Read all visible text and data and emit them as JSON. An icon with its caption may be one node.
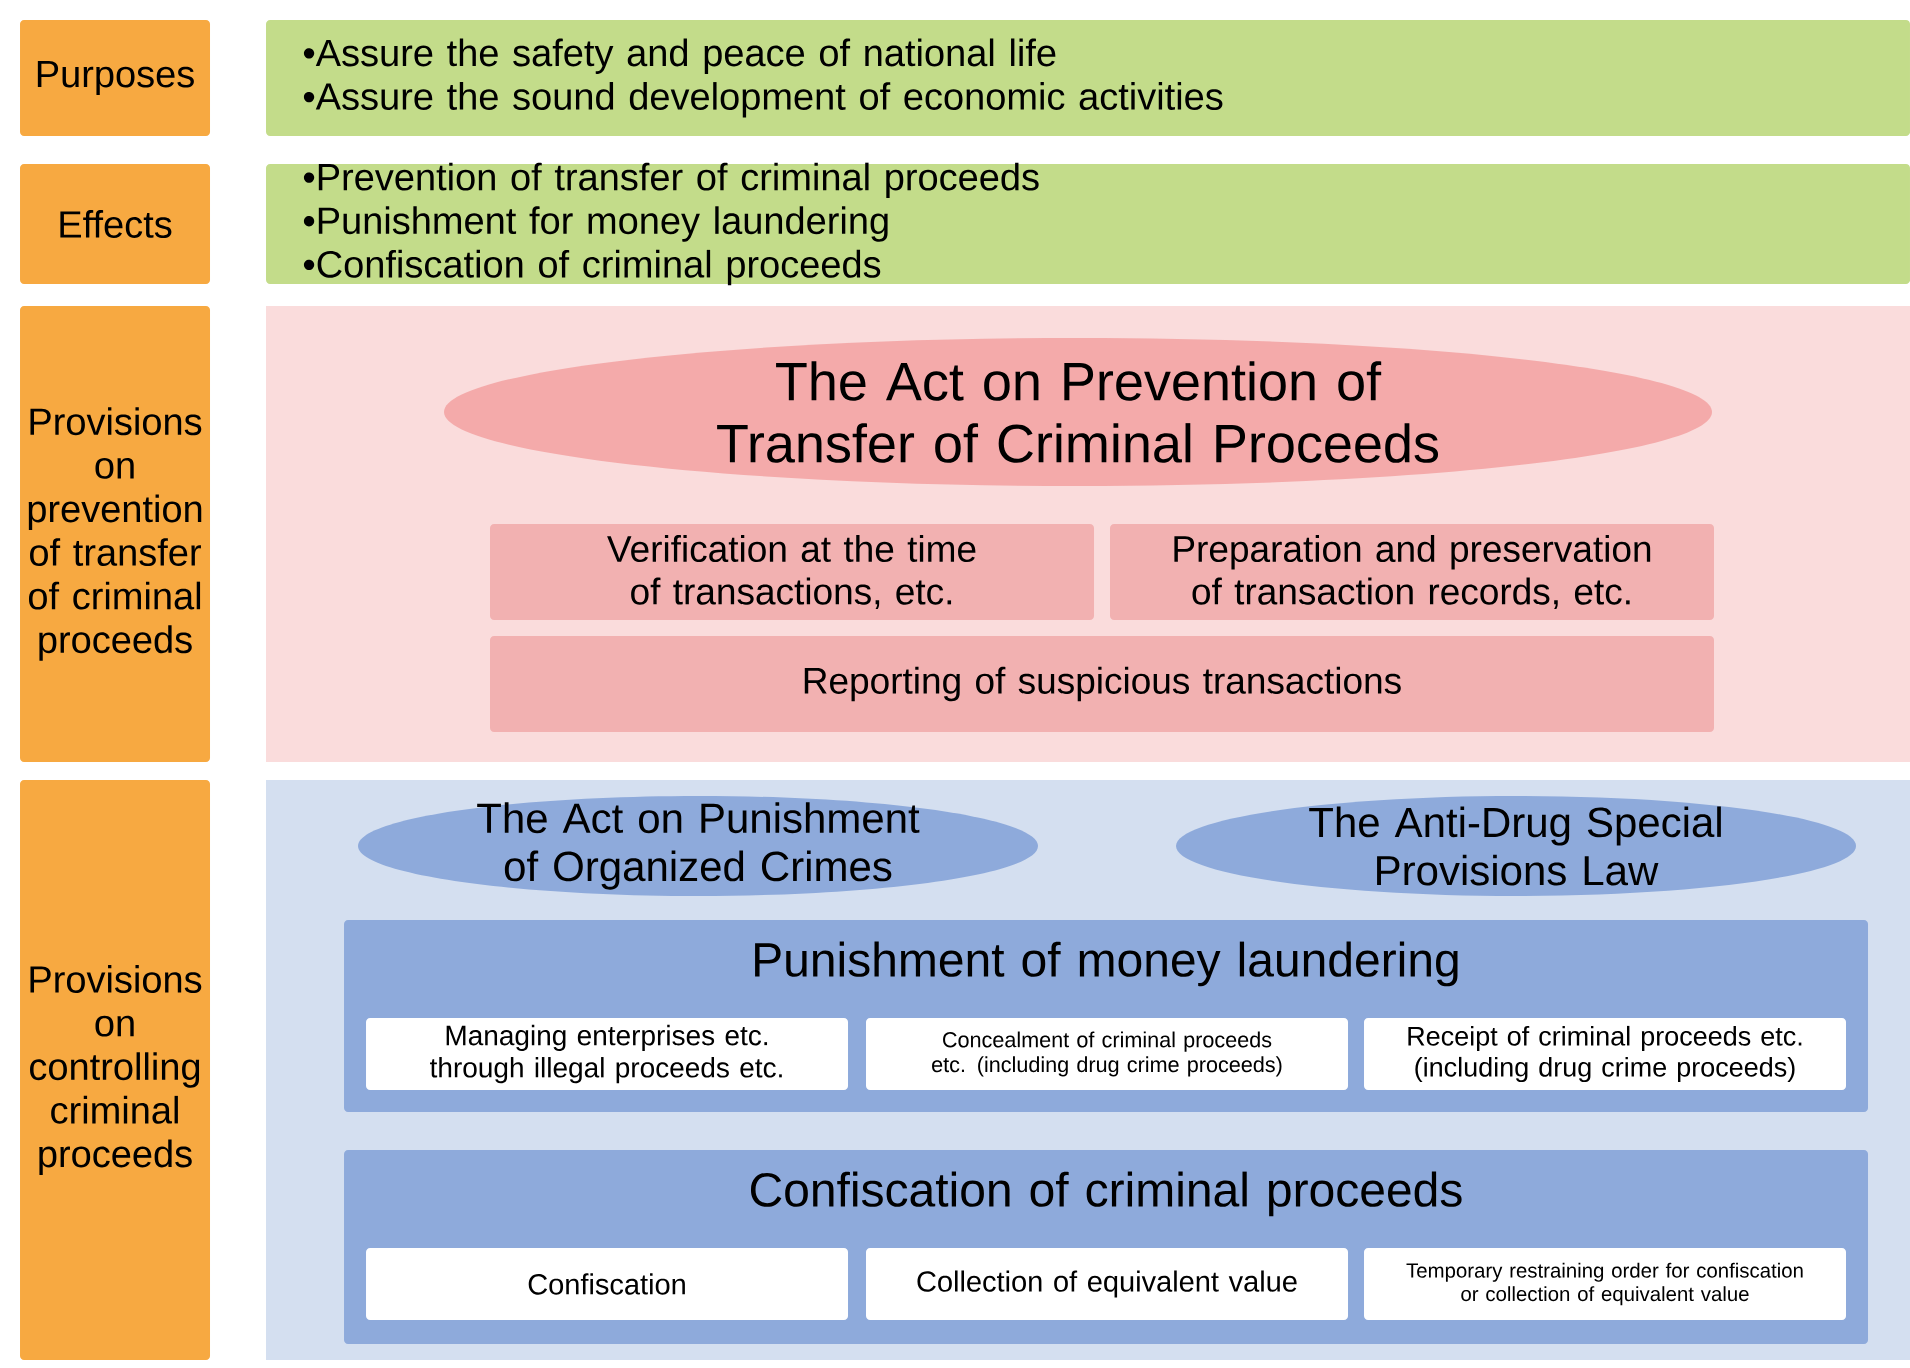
{
  "diagram": {
    "nodes": [
      {
        "text": [
          "Purposes"
        ]
      },
      {
        "text": [
          "•Assure the safety and peace of national life",
          "•Assure the sound development of economic activities"
        ]
      },
      {
        "text": [
          "Effects"
        ]
      },
      {
        "text": [
          "•Prevention of transfer of criminal proceeds",
          "•Punishment for money laundering",
          "•Confiscation of criminal proceeds"
        ]
      },
      {
        "text": [
          "Provisions on prevention of transfer of criminal proceeds"
        ]
      },
      {
        "text": [],
        "shape": "box"
      },
      {
        "text": [
          "The Act on Prevention of Transfer of Criminal Proceeds"
        ],
        "in": 5
      },
      {
        "text": [
          "Verification at the time of transactions, etc."
        ],
        "in": 5
      },
      {
        "text": [
          "Preparation and preservation of transaction records, etc."
        ],
        "in": 5
      },
      {
        "text": [
          "Reporting of suspicious transactions"
        ],
        "in": 5
      },
      {
        "text": [
          "Provisions on controlling criminal proceeds"
        ]
      },
      {
        "text": [],
        "shape": "box"
      },
      {
        "text": [
          "The Act on Punishment of Organized Crimes"
        ],
        "in": 11
      },
      {
        "text": [
          "The Anti-Drug Special Provisions Law"
        ],
        "in": 11
      },
      {
        "text": [
          "Punishment of money laundering"
        ],
        "in": 11
      },
      {
        "text": [
          "Managing enterprises etc. through illegal proceeds etc."
        ],
        "in": 14
      },
      {
        "text": [
          "Concealment of criminal proceeds etc. (including drug crime proceeds)"
        ],
        "in": 14
      },
      {
        "text": [
          "Receipt of criminal proceeds etc. (including drug crime proceeds)"
        ],
        "in": 14
      },
      {
        "text": [
          "Confiscation of criminal proceeds"
        ],
        "in": 11
      },
      {
        "text": [
          "Confiscation"
        ],
        "in": 18
      },
      {
        "text": [
          "Collection of equivalent value"
        ],
        "in": 18
      },
      {
        "text": [
          "Temporary restraining order for confiscation or collection of equivalent value"
        ],
        "in": 18
      }
    ]
  }
}
